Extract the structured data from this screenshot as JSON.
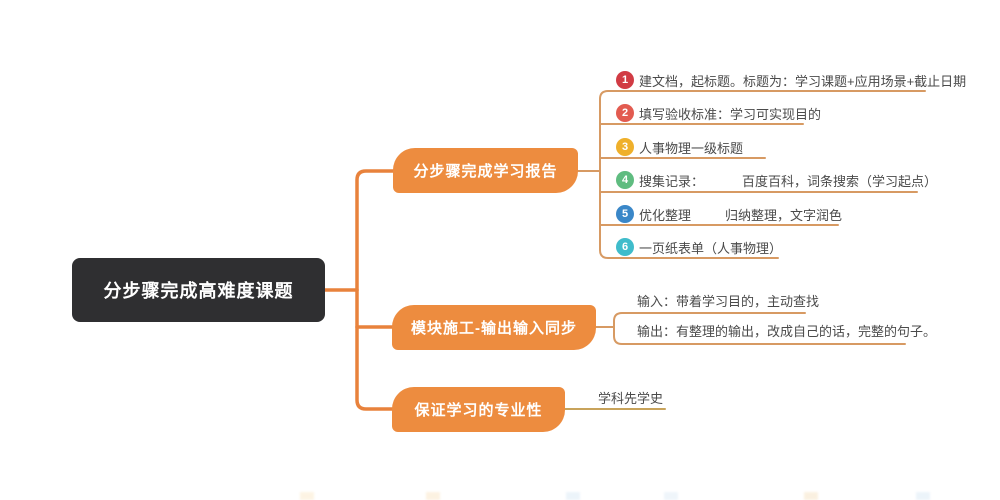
{
  "root": {
    "label": "分步骤完成高难度课题"
  },
  "branches": [
    {
      "label": "分步骤完成学习报告",
      "children": [
        {
          "num": "1",
          "color": "#d13b44",
          "text": "建文档，起标题。标题为：学习课题+应用场景+截止日期"
        },
        {
          "num": "2",
          "color": "#e25b50",
          "text": "填写验收标准：学习可实现目的"
        },
        {
          "num": "3",
          "color": "#efb02b",
          "text": "人事物理一级标题"
        },
        {
          "num": "4",
          "color": "#5fbc80",
          "text": "搜集记录：",
          "detail": "百度百科，词条搜索（学习起点）"
        },
        {
          "num": "5",
          "color": "#3a87c8",
          "text": "优化整理",
          "detail": "归纳整理，文字润色"
        },
        {
          "num": "6",
          "color": "#3fbccb",
          "text": "一页纸表单（人事物理）"
        }
      ]
    },
    {
      "label": "模块施工-输出输入同步",
      "children": [
        {
          "text": "输入：带着学习目的，主动查找"
        },
        {
          "text": "输出：有整理的输出，改成自己的话，完整的句子。"
        }
      ]
    },
    {
      "label": "保证学习的专业性",
      "children": [
        {
          "text": "学科先学史"
        }
      ]
    }
  ],
  "colors": {
    "root_fill": "#2f2f31",
    "branch_fill": "#ed8c3f",
    "main_line": "#e8823c",
    "child_line": "#d79a63",
    "leaf_line": "#c8a35b",
    "text": "#4a4a4a"
  }
}
